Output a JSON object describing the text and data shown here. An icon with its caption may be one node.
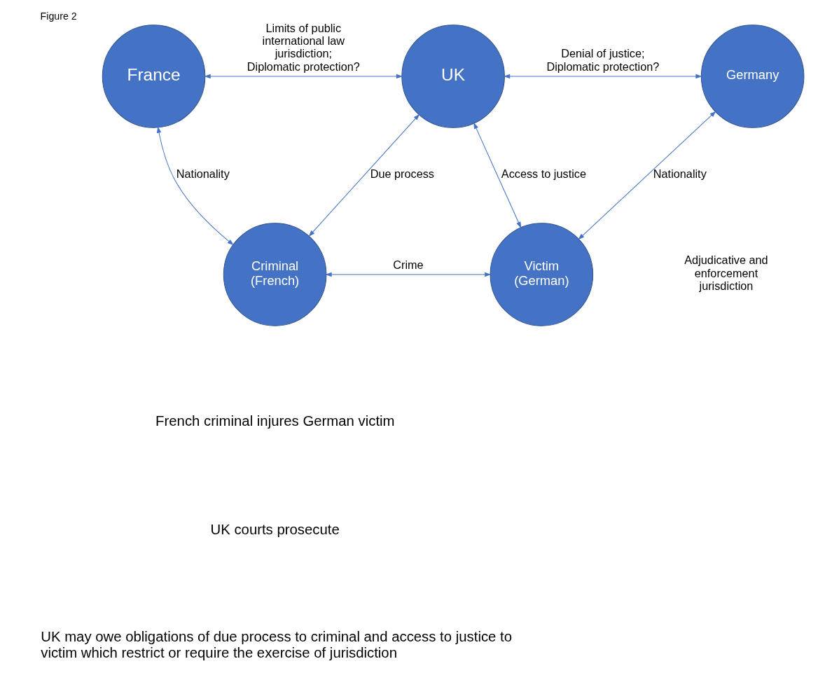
{
  "diagram": {
    "title": "Figure 2",
    "nodes": [
      {
        "text": [
          "France"
        ]
      },
      {
        "text": [
          "UK"
        ]
      },
      {
        "text": [
          "Germany"
        ]
      },
      {
        "text": [
          "Criminal",
          "(French)"
        ]
      },
      {
        "text": [
          "Victim",
          "(German)"
        ]
      }
    ],
    "edges": [
      {
        "from": 0,
        "to": 1,
        "arrow": "both",
        "label": "Limits of public international law jurisdiction; Diplomatic protection?"
      },
      {
        "from": 1,
        "to": 2,
        "arrow": "both",
        "label": "Denial of justice; Diplomatic protection?"
      },
      {
        "from": 0,
        "to": 3,
        "arrow": "both",
        "label": "Nationality"
      },
      {
        "from": 1,
        "to": 3,
        "arrow": "both",
        "label": "Due process"
      },
      {
        "from": 1,
        "to": 4,
        "arrow": "both",
        "label": "Access to justice"
      },
      {
        "from": 2,
        "to": 4,
        "arrow": "both",
        "label": "Nationality"
      },
      {
        "from": 3,
        "to": 4,
        "arrow": "both",
        "label": "Crime"
      }
    ],
    "labels": [
      "Adjudicative and enforcement jurisdiction",
      "French criminal injures German victim",
      "UK courts prosecute",
      "UK may owe obligations of due process to criminal and access to justice to victim which restrict or require the exercise of jurisdiction"
    ]
  }
}
